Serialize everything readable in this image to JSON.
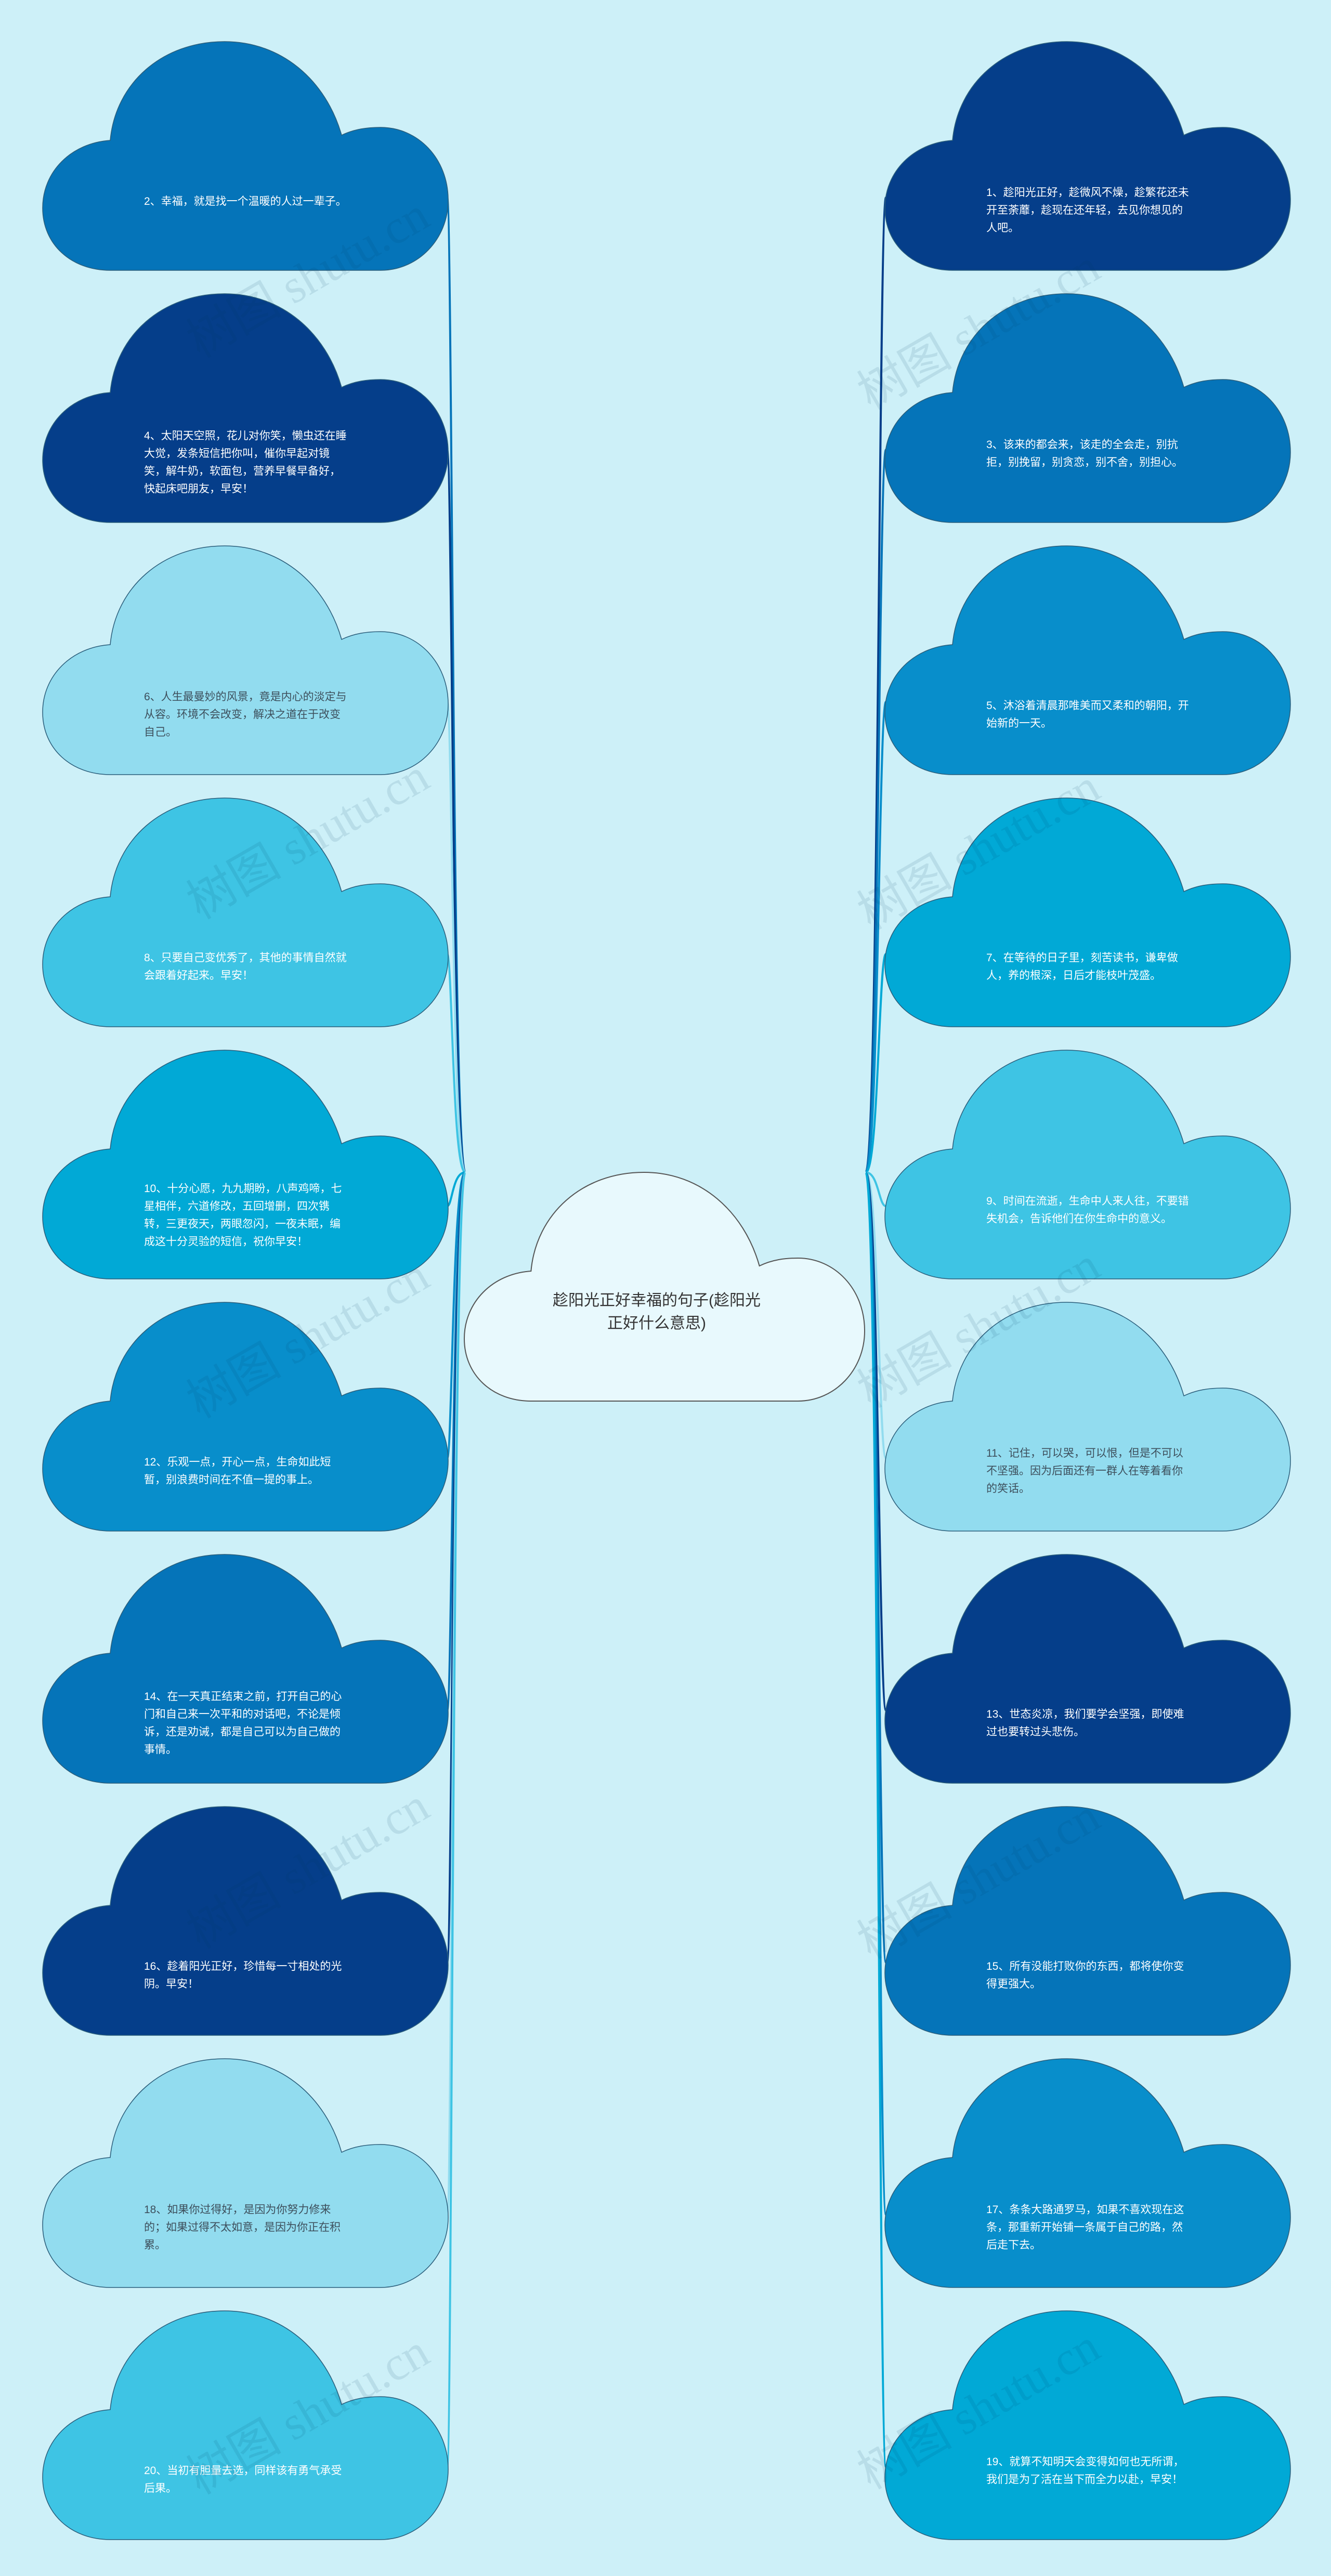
{
  "center": {
    "title": "趁阳光正好幸福的句子(趁阳光正好什么意思)"
  },
  "watermark_text": "树图 shutu.cn",
  "colors": {
    "background": "#cdf0f8",
    "dark_navy": "#053e8a",
    "royal_blue": "#0574b9",
    "ocean_blue": "#088ecb",
    "cyan": "#01a9d6",
    "sky": "#3ec4e4",
    "pale": "#92dcef"
  },
  "left_nodes": [
    {
      "id": "2",
      "text": "2、幸福，就是找一个温暖的人过一辈子。",
      "color": "royal_blue"
    },
    {
      "id": "4",
      "text": "4、太阳天空照，花儿对你笑，懒虫还在睡大觉，发条短信把你叫，催你早起对镜笑，解牛奶，软面包，营养早餐早备好，快起床吧朋友，早安！",
      "color": "dark_navy"
    },
    {
      "id": "6",
      "text": "6、人生最曼妙的风景，竟是内心的淡定与从容。环境不会改变，解决之道在于改变自己。",
      "color": "pale"
    },
    {
      "id": "8",
      "text": "8、只要自己变优秀了，其他的事情自然就会跟着好起来。早安！",
      "color": "sky"
    },
    {
      "id": "10",
      "text": "10、十分心愿，九九期盼，八声鸡啼，七星相伴，六道修改，五回增删，四次镌转，三更夜天，两眼忽闪，一夜未眠，编成这十分灵验的短信，祝你早安！",
      "color": "cyan"
    },
    {
      "id": "12",
      "text": "12、乐观一点，开心一点，生命如此短暂，别浪费时间在不值一提的事上。",
      "color": "ocean_blue"
    },
    {
      "id": "14",
      "text": "14、在一天真正结束之前，打开自己的心门和自己来一次平和的对话吧，不论是倾诉，还是劝诫，都是自己可以为自己做的事情。",
      "color": "royal_blue"
    },
    {
      "id": "16",
      "text": "16、趁着阳光正好，珍惜每一寸相处的光阴。早安！",
      "color": "dark_navy"
    },
    {
      "id": "18",
      "text": "18、如果你过得好，是因为你努力修来的；如果过得不太如意，是因为你正在积累。",
      "color": "pale"
    },
    {
      "id": "20",
      "text": "20、当初有胆量去选，同样该有勇气承受后果。",
      "color": "sky"
    }
  ],
  "right_nodes": [
    {
      "id": "1",
      "text": "1、趁阳光正好，趁微风不燥，趁繁花还未开至荼蘼，趁现在还年轻，去见你想见的人吧。",
      "color": "dark_navy"
    },
    {
      "id": "3",
      "text": "3、该来的都会来，该走的全会走，别抗拒，别挽留，别贪恋，别不舍，别担心。",
      "color": "royal_blue"
    },
    {
      "id": "5",
      "text": "5、沐浴着清晨那唯美而又柔和的朝阳，开始新的一天。",
      "color": "ocean_blue"
    },
    {
      "id": "7",
      "text": "7、在等待的日子里，刻苦读书，谦卑做人，养的根深，日后才能枝叶茂盛。",
      "color": "cyan"
    },
    {
      "id": "9",
      "text": "9、时间在流逝，生命中人来人往，不要错失机会，告诉他们在你生命中的意义。",
      "color": "sky"
    },
    {
      "id": "11",
      "text": "11、记住，可以哭，可以恨，但是不可以不坚强。因为后面还有一群人在等着看你的笑话。",
      "color": "pale"
    },
    {
      "id": "13",
      "text": "13、世态炎凉，我们要学会坚强，即使难过也要转过头悲伤。",
      "color": "dark_navy"
    },
    {
      "id": "15",
      "text": "15、所有没能打败你的东西，都将使你变得更强大。",
      "color": "royal_blue"
    },
    {
      "id": "17",
      "text": "17、条条大路通罗马，如果不喜欢现在这条，那重新开始铺一条属于自己的路，然后走下去。",
      "color": "ocean_blue"
    },
    {
      "id": "19",
      "text": "19、就算不知明天会变得如何也无所谓，我们是为了活在当下而全力以赴，早安！",
      "color": "cyan"
    }
  ]
}
